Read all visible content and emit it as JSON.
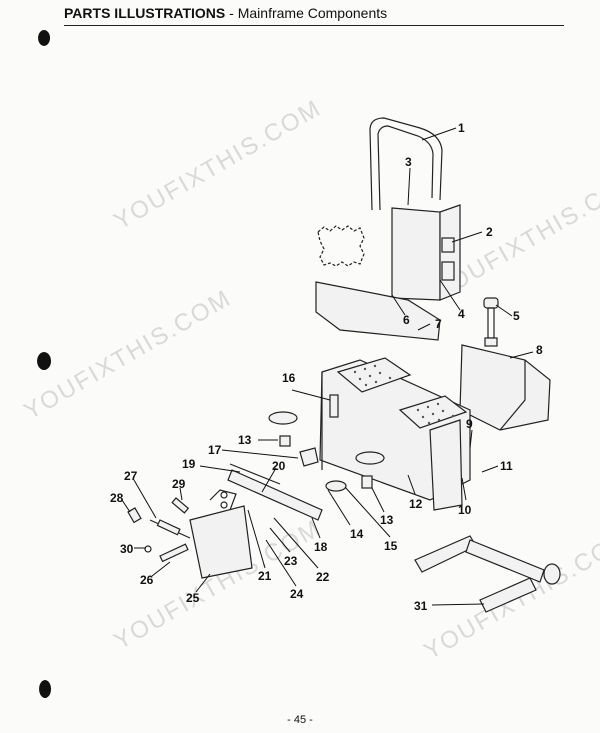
{
  "header": {
    "title_bold": "PARTS ILLUSTRATIONS",
    "title_sep": " - ",
    "title_rest": "Mainframe Components"
  },
  "footer": {
    "page_number": "- 45 -"
  },
  "watermark": {
    "text": "YOUFIXTHIS.COM",
    "color": "#d9d9d9"
  },
  "callouts": [
    "1",
    "2",
    "3",
    "4",
    "5",
    "6",
    "7",
    "8",
    "9",
    "10",
    "11",
    "12",
    "13",
    "13",
    "14",
    "15",
    "16",
    "17",
    "18",
    "19",
    "20",
    "21",
    "22",
    "23",
    "24",
    "25",
    "26",
    "27",
    "28",
    "29",
    "30",
    "31"
  ]
}
